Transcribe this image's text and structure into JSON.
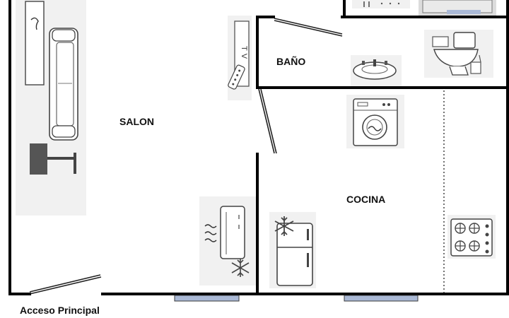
{
  "rooms": {
    "salon": "SALON",
    "bano": "BAÑO",
    "cocina": "COCINA"
  },
  "entrance": {
    "label": "Acceso Principal"
  },
  "tv": {
    "label": "TV"
  },
  "colors": {
    "wall": "#000000",
    "window": "#aab9d6",
    "icon_background": "#f1f1f1"
  },
  "icons": [
    "sofa-icon",
    "floor-lamp-icon",
    "tv-icon",
    "remote-control-icon",
    "sink-icon",
    "toilet-icon",
    "washing-machine-icon",
    "air-conditioner-icon",
    "fridge-icon",
    "stove-icon",
    "shower-icon"
  ]
}
